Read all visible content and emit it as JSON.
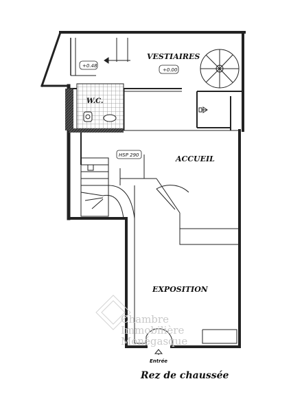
{
  "plan": {
    "title": "Rez de chaussée",
    "rooms": {
      "vestiaires": "VESTIAIRES",
      "wc": "W.C.",
      "accueil": "ACCUEIL",
      "exposition": "EXPOSITION"
    },
    "levels": {
      "mezz": "+0.48",
      "ground": "+0.00",
      "hsp": "HSP 290"
    },
    "entrance_label": "Entrée",
    "watermark": [
      "Chambre",
      "Immobilière",
      "Monégasque"
    ]
  },
  "colors": {
    "wall": "#222222",
    "wall_fill": "#3a3a3a",
    "tile": "#9a9a9a",
    "watermark": "#c9c9c9"
  }
}
